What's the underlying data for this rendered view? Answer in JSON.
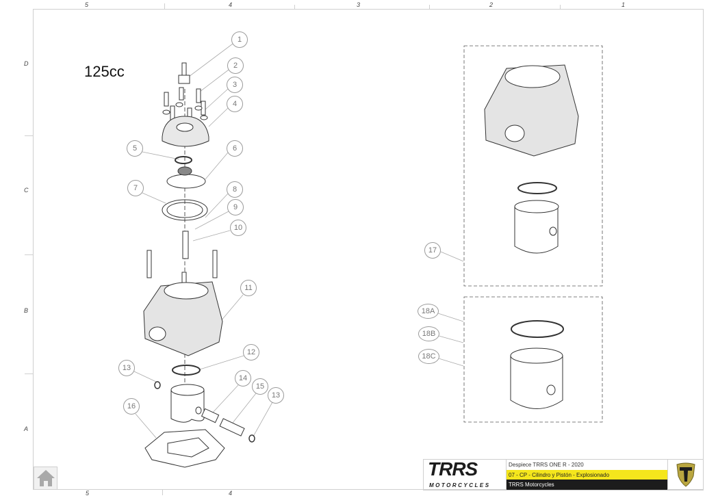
{
  "sheet": {
    "zones_top": [
      "5",
      "4",
      "3",
      "2",
      "1"
    ],
    "zones_bottom": [
      "5",
      "4"
    ],
    "zones_left": [
      "D",
      "C",
      "B",
      "A"
    ],
    "displacement_label": "125cc"
  },
  "callouts": [
    "1",
    "2",
    "3",
    "4",
    "5",
    "6",
    "7",
    "8",
    "9",
    "10",
    "11",
    "12",
    "13",
    "14",
    "15",
    "13",
    "16",
    "17",
    "18A",
    "18B",
    "18C"
  ],
  "title_block": {
    "brand": "TRRS",
    "brand_sub": "MOTORCYCLES",
    "line1": "Despiece TRRS ONE R - 2020",
    "line2": "07 - CP - Cilindro y Pistón - Explosionado",
    "line3": "TRRS Motorcycles",
    "emblem": "T"
  },
  "colors": {
    "accent_yellow": "#f5e61c",
    "dark": "#1c1c1c",
    "emblem_gold": "#b9a640"
  },
  "icons": {
    "home": "home-icon"
  }
}
